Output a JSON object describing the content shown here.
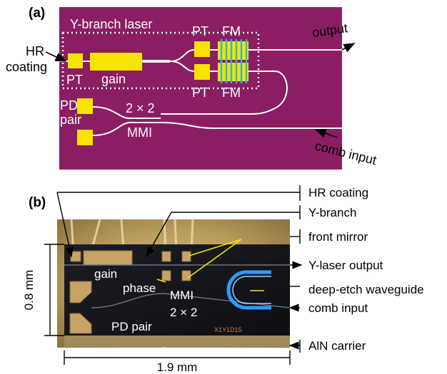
{
  "panel_a": {
    "panel_label": "(a)",
    "y_branch_laser": "Y-branch laser",
    "hr_coating_1": "HR",
    "hr_coating_2": "coating",
    "pt_top": "PT",
    "fm_top": "FM",
    "pt_left": "PT",
    "gain": "gain",
    "pt_bottom": "PT",
    "fm_bottom": "FM",
    "output": "output",
    "pd_1": "PD",
    "pd_2": "pair",
    "mmi_size": "2 × 2",
    "mmi": "MMI",
    "comb_input": "comb input"
  },
  "panel_b": {
    "panel_label": "(b)",
    "hr_coating": "HR coating",
    "y_branch": "Y-branch",
    "front_mirror": "front mirror",
    "y_laser_output": "Y-laser output",
    "deep_etch_waveguide": "deep-etch waveguide",
    "comb_input": "comb input",
    "aln_carrier": "AlN carrier",
    "height_label": "0.8 mm",
    "width_label": "1.9 mm",
    "gain": "gain",
    "phase": "phase",
    "mmi": "MMI",
    "mmi_size": "2 × 2",
    "pd_pair": "PD pair",
    "chip_id": "X1Y1D15"
  },
  "colors": {
    "chip_purple": "#8b1e62",
    "pad_yellow": "#f5e400",
    "fm_cyan": "#29b7e8",
    "photo_bg": "#c9b27a",
    "chip_dark": "#15161b"
  }
}
